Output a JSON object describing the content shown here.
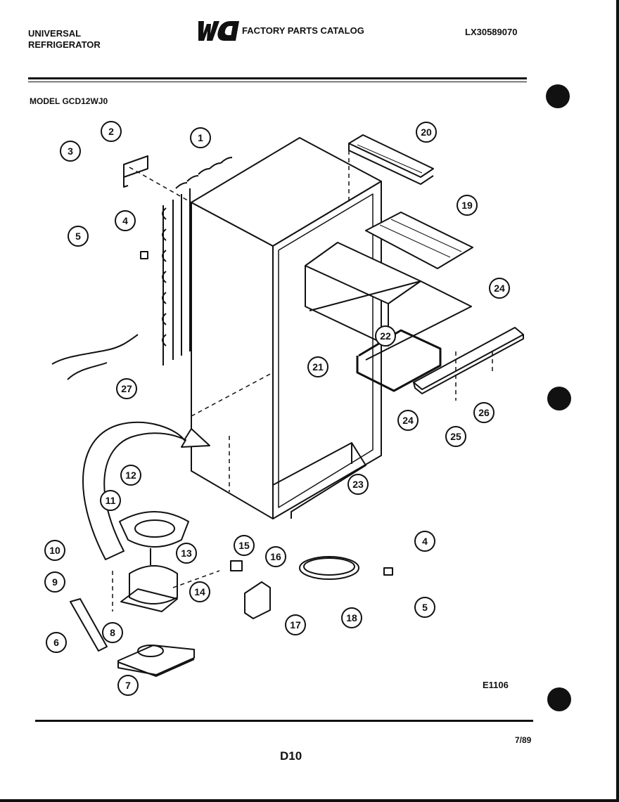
{
  "header": {
    "brand_line1": "UNIVERSAL",
    "brand_line2": "REFRIGERATOR",
    "logo_text": "WCI",
    "catalog_title": "FACTORY PARTS CATALOG",
    "doc_number": "LX30589070"
  },
  "model": "MODEL GCD12WJ0",
  "callouts": [
    "1",
    "2",
    "3",
    "4",
    "5",
    "6",
    "7",
    "8",
    "9",
    "10",
    "11",
    "12",
    "13",
    "14",
    "15",
    "16",
    "17",
    "18",
    "19",
    "20",
    "21",
    "22",
    "23",
    "24",
    "25",
    "26",
    "27"
  ],
  "diagram_code": "E1106",
  "page_number": "D10",
  "date": "7/89"
}
